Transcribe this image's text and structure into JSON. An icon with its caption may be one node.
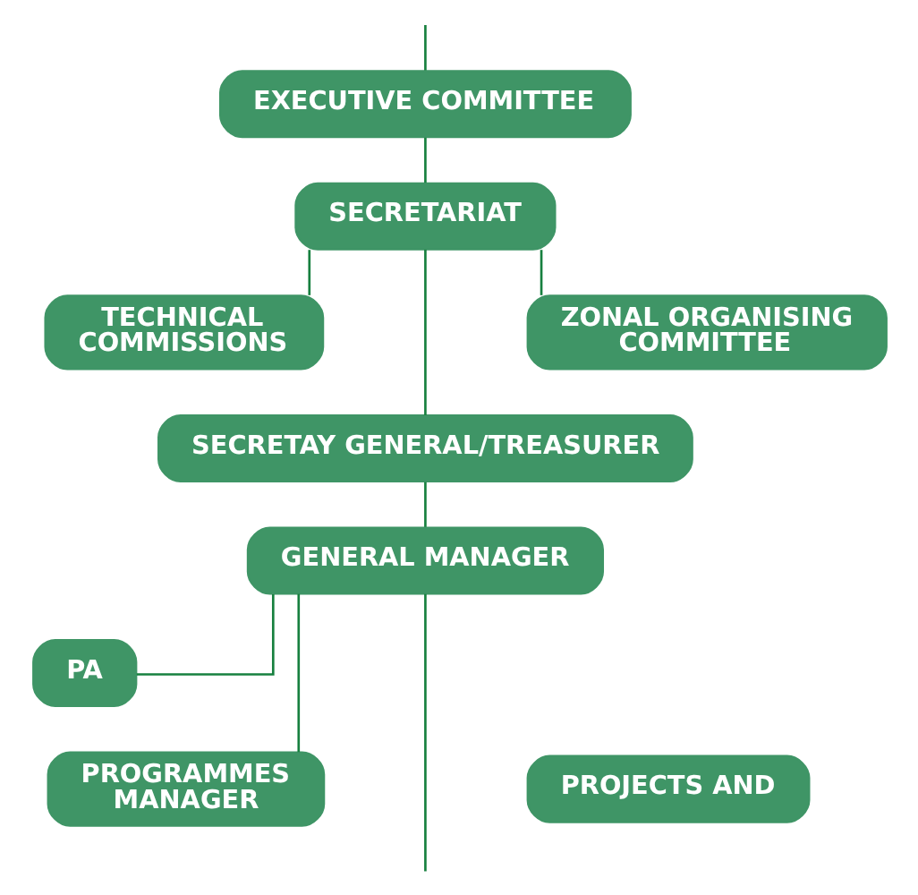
{
  "diagram": {
    "nodes": [
      {
        "text": [
          "EXECUTIVE COMMITTEE"
        ]
      },
      {
        "text": [
          "SECRETARIAT"
        ]
      },
      {
        "text": [
          "TECHNICAL COMMISSIONS"
        ]
      },
      {
        "text": [
          "ZONAL ORGANISING COMMITTEE"
        ]
      },
      {
        "text": [
          "SECRETAY GENERAL/TREASURER"
        ]
      },
      {
        "text": [
          "GENERAL MANAGER"
        ]
      },
      {
        "text": [
          "PA"
        ]
      },
      {
        "text": [
          "PROGRAMMES MANAGER"
        ]
      },
      {
        "text": [
          "PROJECTS AND"
        ]
      }
    ],
    "edges": [
      {
        "from": null,
        "to": 0,
        "arrow": "none"
      },
      {
        "from": 0,
        "to": 1,
        "arrow": "none"
      },
      {
        "from": 1,
        "to": 2,
        "arrow": "none"
      },
      {
        "from": 1,
        "to": 3,
        "arrow": "none"
      },
      {
        "from": 1,
        "to": 4,
        "arrow": "none"
      },
      {
        "from": 4,
        "to": 5,
        "arrow": "none"
      },
      {
        "from": 5,
        "to": 6,
        "arrow": "none"
      },
      {
        "from": 5,
        "to": 7,
        "arrow": "none"
      },
      {
        "from": 5,
        "to": null,
        "arrow": "none"
      }
    ]
  }
}
